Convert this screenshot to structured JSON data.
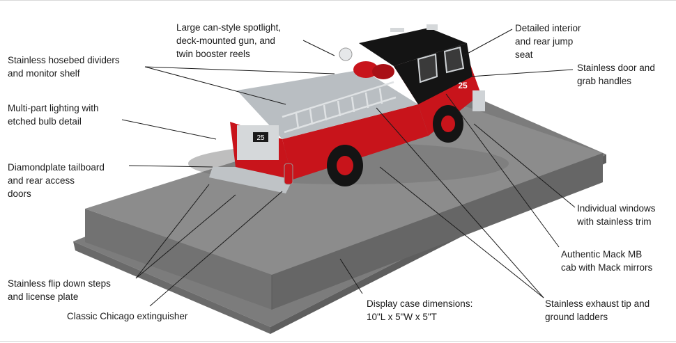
{
  "image": {
    "subject": "fire-engine-model-on-display-base",
    "colors": {
      "truck_red": "#c8141b",
      "cab_black": "#141414",
      "chrome": "#cfd3d6",
      "base_felt": "#8a8a8a"
    }
  },
  "callouts": {
    "spotlight": "Large can-style spotlight,\ndeck-mounted gun, and\ntwin booster reels",
    "interior": "Detailed interior\nand rear jump\nseat",
    "hosebed": "Stainless hosebed dividers\nand monitor shelf",
    "door_handles": "Stainless door and\ngrab handles",
    "lighting": "Multi-part lighting with\netched bulb detail",
    "tailboard": "Diamondplate tailboard\nand rear access\ndoors",
    "windows": "Individual windows\nwith stainless trim",
    "cab": "Authentic Mack MB\ncab with Mack mirrors",
    "steps": "Stainless flip down steps\nand license plate",
    "extinguisher": "Classic Chicago extinguisher",
    "case_dimensions": "Display case dimensions:\n10\"L x 5\"W x 5\"T",
    "exhaust": "Stainless exhaust tip and\nground ladders"
  },
  "truck_markings": {
    "rear_number": "25",
    "side_number": "25"
  }
}
